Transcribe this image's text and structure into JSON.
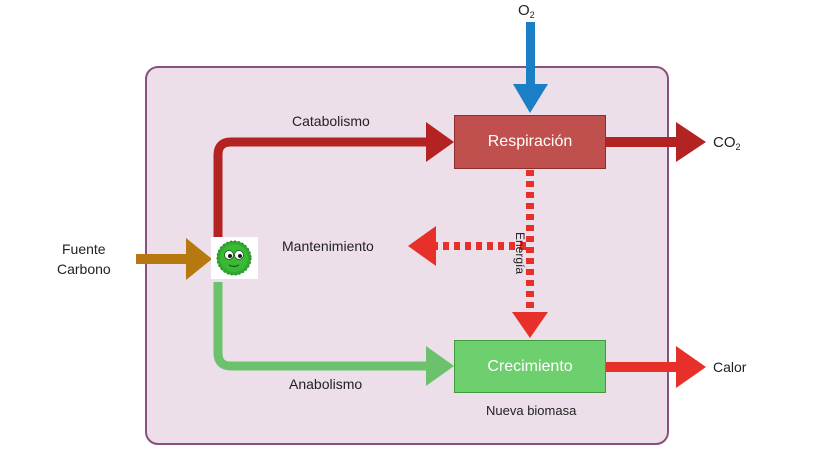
{
  "colors": {
    "cell_fill": "#eddfe9",
    "cell_border": "#8a4f7d",
    "catabolic_red": "#b32321",
    "energy_red": "#e8302a",
    "anabolic_green": "#6cc26c",
    "oxygen_blue": "#1a7fc4",
    "carbon_brown": "#b7780f",
    "respiration_box": "#c0504d",
    "growth_box": "#6dcf6d"
  },
  "labels": {
    "oxygen": "O",
    "oxygen_sub": "2",
    "carbon_dioxide": "CO",
    "carbon_dioxide_sub": "2",
    "catabolism": "Catabolismo",
    "anabolism": "Anabolismo",
    "maintenance": "Mantenimiento",
    "energy": "Energía",
    "heat": "Calor",
    "new_biomass": "Nueva biomasa",
    "carbon_source_line1": "Fuente",
    "carbon_source_line2": "Carbono"
  },
  "boxes": {
    "respiration": "Respiración",
    "growth": "Crecimiento"
  },
  "icons": {
    "microbe": "green-microbe-icon"
  }
}
